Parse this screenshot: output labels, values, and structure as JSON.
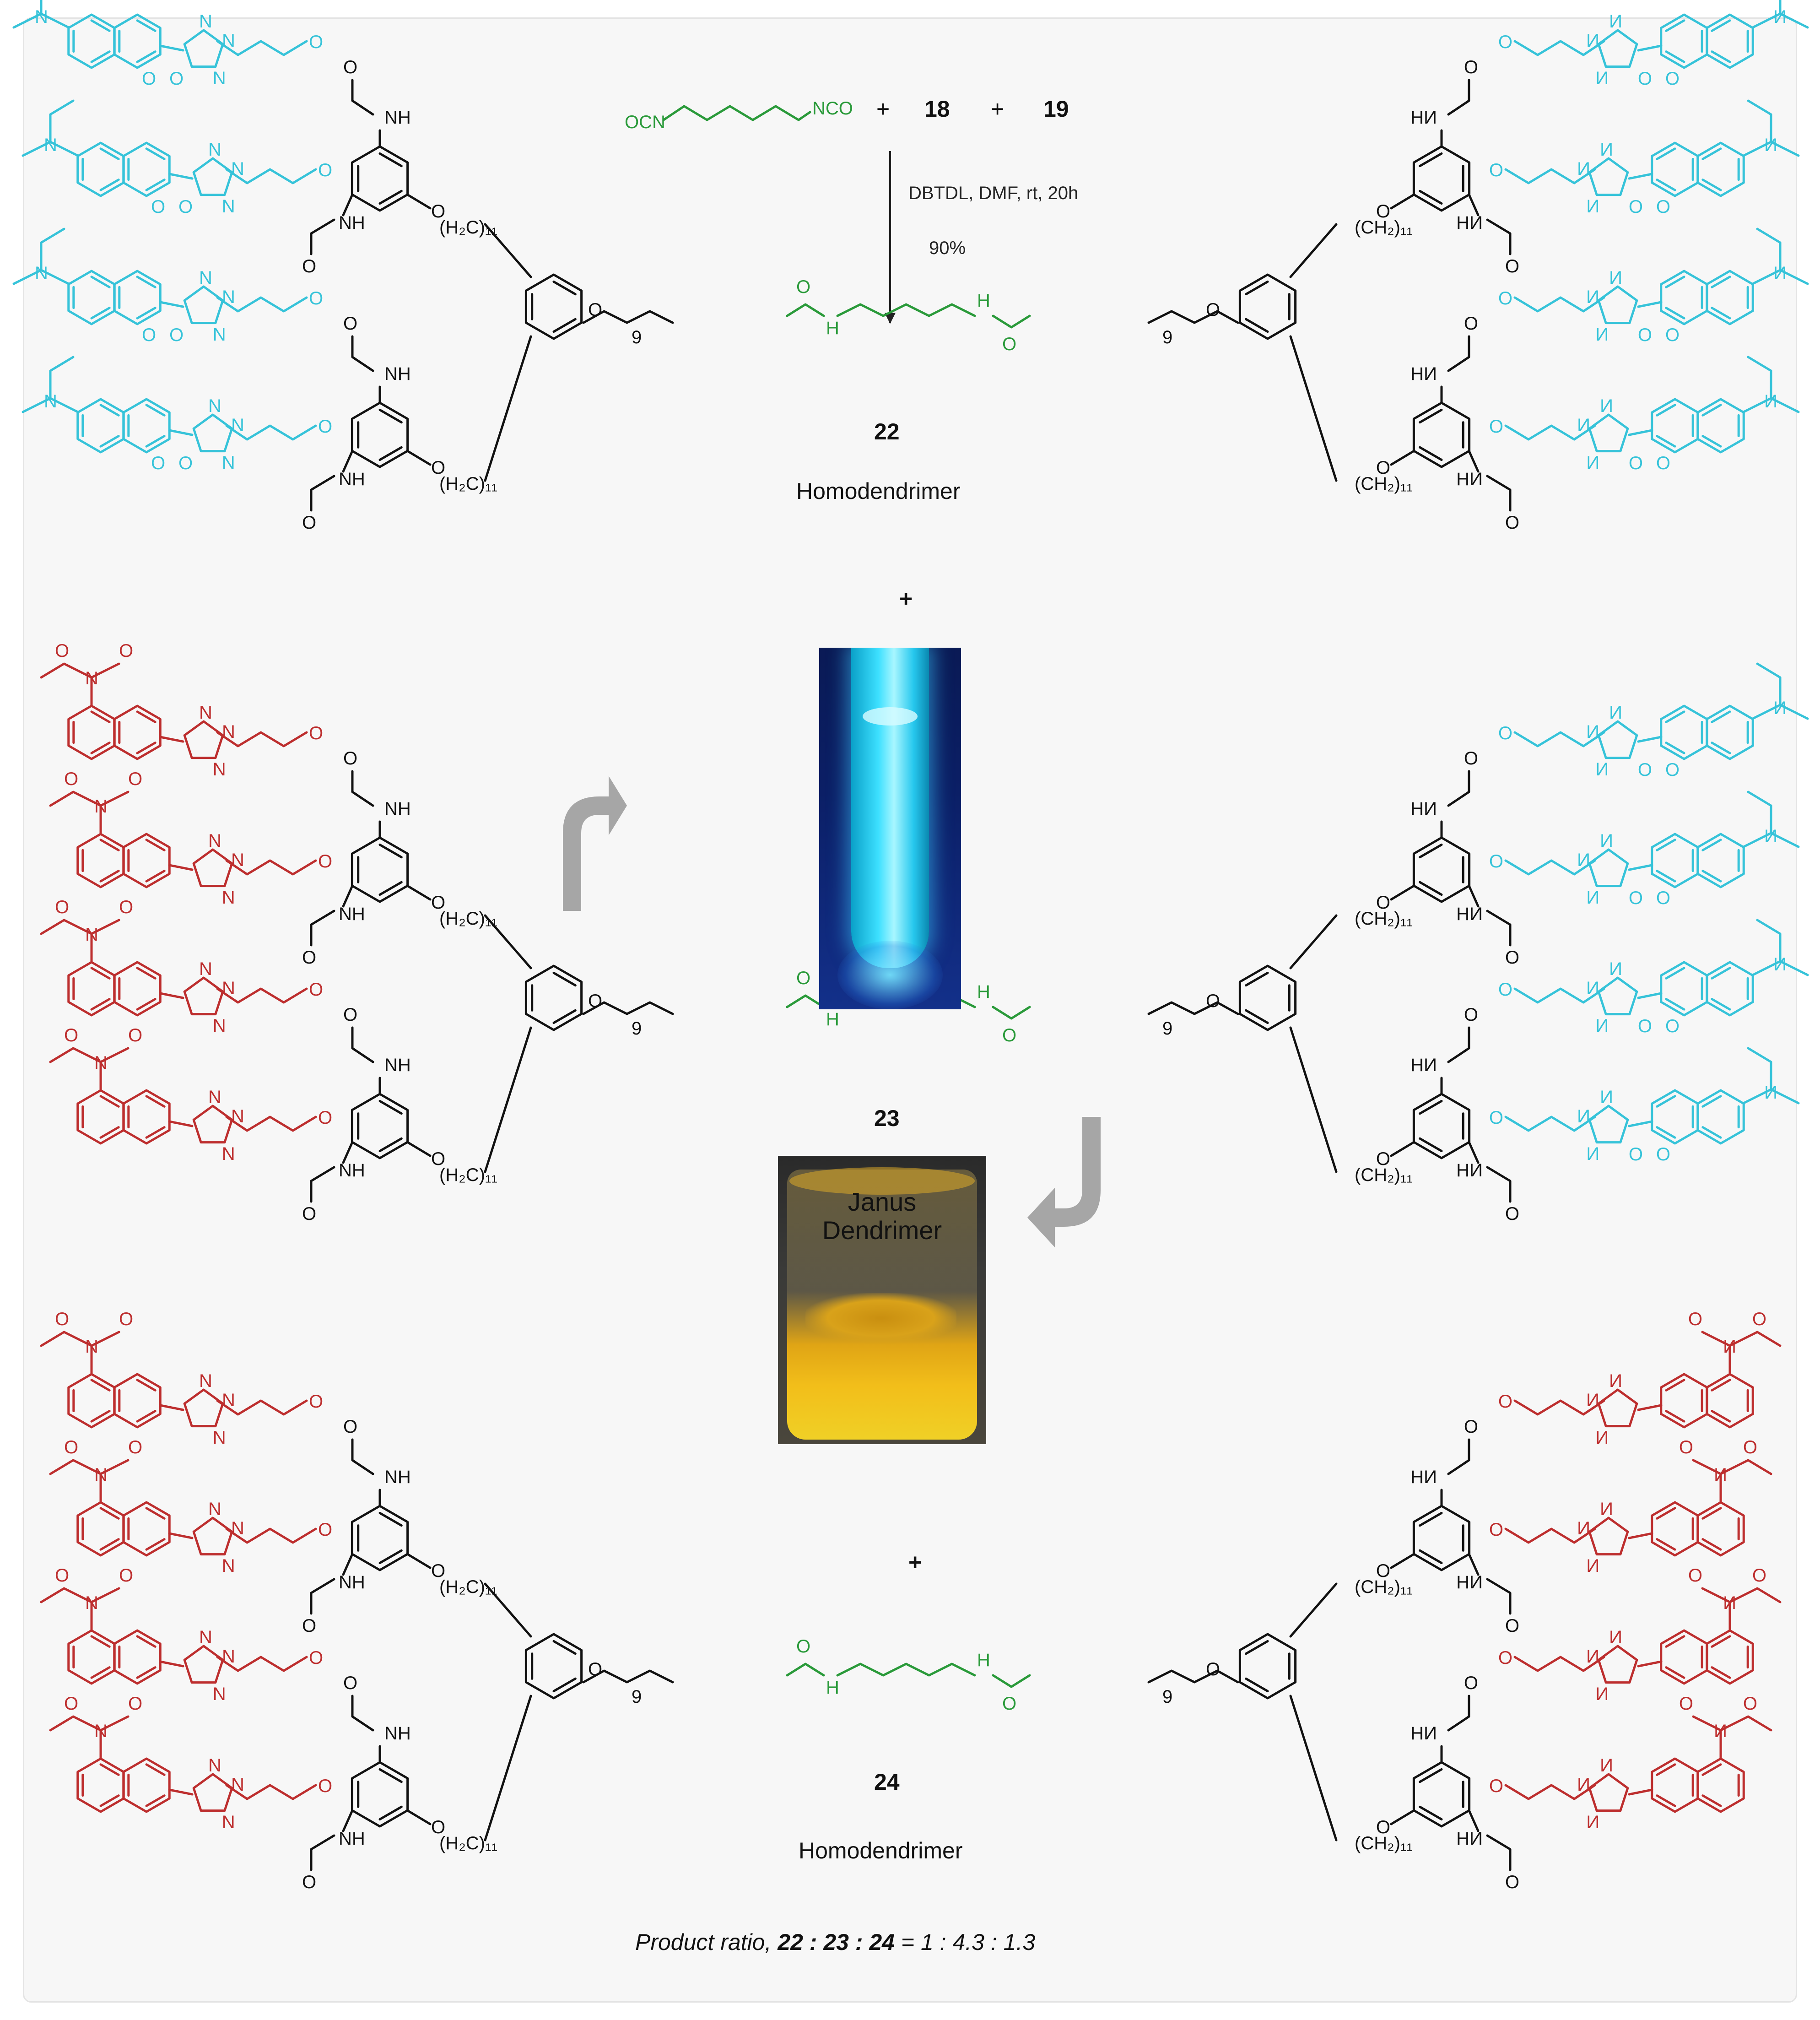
{
  "reaction": {
    "reagent_left": "OCN",
    "reagent_right": "NCO",
    "plus": "+",
    "reactant_a": "18",
    "reactant_b": "19",
    "conditions": "DBTDL, DMF, rt, 20h",
    "yield": "90%"
  },
  "compounds": {
    "c22": {
      "number": "22",
      "caption": "Homodendrimer"
    },
    "c23": {
      "number": "23"
    },
    "c24": {
      "number": "24",
      "caption": "Homodendrimer"
    }
  },
  "product_ratio": {
    "prefix": "Product ratio, ",
    "values": "22 : 23 : 24",
    "suffix": " = 1 : 4.3 : 1.3"
  },
  "photo_yellow_label": [
    "Janus",
    "Dendrimer"
  ],
  "atom_labels": {
    "NH": "NH",
    "HN": "HN",
    "H": "H",
    "N": "N",
    "O": "O",
    "CH2_11_left": "(H₂C)₁₁",
    "CH2_11_right": "(CH₂)₁₁",
    "nine": "9"
  },
  "colors": {
    "coumarin": "#36c3d9",
    "naphthalimide": "#bd2e2e",
    "linker": "#2a9a3a",
    "core": "#111111"
  }
}
